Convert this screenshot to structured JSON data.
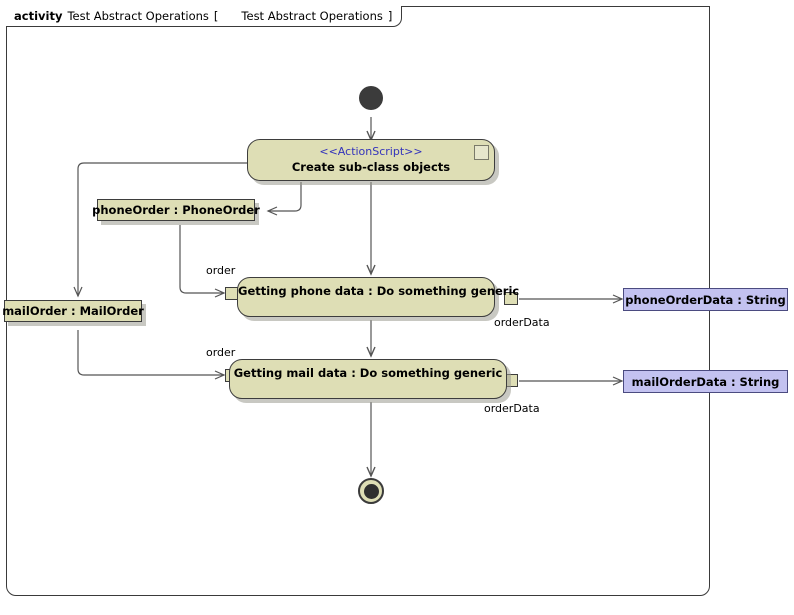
{
  "frame": {
    "keyword": "activity",
    "name": "Test Abstract Operations",
    "bracket_open": "[",
    "bracket_close": "]",
    "diagram_name": "Test Abstract Operations",
    "icon": "activity-diagram-icon"
  },
  "colors": {
    "action_fill": "#dedeb5",
    "action_border": "#3d3d3d",
    "object_fill": "#dedeb5",
    "data_fill": "#c3c2f0",
    "data_border": "#4b4b80",
    "stereotype_text": "#3333bb",
    "frame_border": "#3a3a3a",
    "node_solid": "#3b3b3b",
    "edge": "#555555"
  },
  "nodes": {
    "initial": {
      "name": "initial-node"
    },
    "final": {
      "name": "activity-final-node"
    },
    "create_action": {
      "stereotype": "<<ActionScript>>",
      "label": "Create sub-class objects",
      "icon": "action-script-icon"
    },
    "phone_order_object": {
      "label": "phoneOrder : PhoneOrder"
    },
    "mail_order_object": {
      "label": "mailOrder : MailOrder"
    },
    "phone_data_action": {
      "label": "Getting phone data : Do something generic",
      "icon": "rake-icon"
    },
    "mail_data_action": {
      "label": "Getting mail data : Do something generic",
      "icon": "rake-icon"
    },
    "phone_order_data": {
      "label": "phoneOrderData : String"
    },
    "mail_order_data": {
      "label": "mailOrderData : String"
    }
  },
  "edge_labels": {
    "phone_order_in": "order",
    "mail_order_in": "order",
    "phone_data_out": "orderData",
    "mail_data_out": "orderData"
  }
}
